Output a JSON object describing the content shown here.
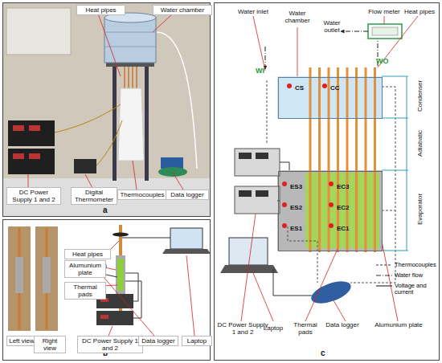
{
  "diagram": {
    "nodes": [
      {
        "text": [
          "a"
        ]
      },
      {
        "text": [
          "b"
        ]
      },
      {
        "text": [
          "c"
        ]
      },
      {
        "text": [
          "CS",
          "CC"
        ],
        "in": 2
      },
      {
        "text": [
          "ES3",
          "EC3",
          "ES2",
          "EC2",
          "ES1",
          "EC1"
        ],
        "in": 2
      }
    ],
    "labels": [
      "Heat pipes",
      "Water chamber",
      "DC Power Supply 1 and 2",
      "Digital Thermometer",
      "Thermocouples",
      "Data logger",
      "Heat pipes",
      "Alumunium plate",
      "Thermal pads",
      "DC Power Supply 1 and 2",
      "Data logger",
      "Laptop",
      "Left view",
      "Right view",
      "Water inlet",
      "Water chamber",
      "Water outlet",
      "Flow meter",
      "Heat pipes",
      "WI",
      "WO",
      "Condenser",
      "Adiabatic",
      "Evaporator",
      "DC Power Supply 1 and 2",
      "Laptop",
      "Thermal pads",
      "Data logger",
      "Alumunium plate"
    ],
    "legend": [
      {
        "text": "Thermocouples"
      },
      {
        "text": "Water flow"
      },
      {
        "text": "Voltage and current"
      }
    ]
  }
}
